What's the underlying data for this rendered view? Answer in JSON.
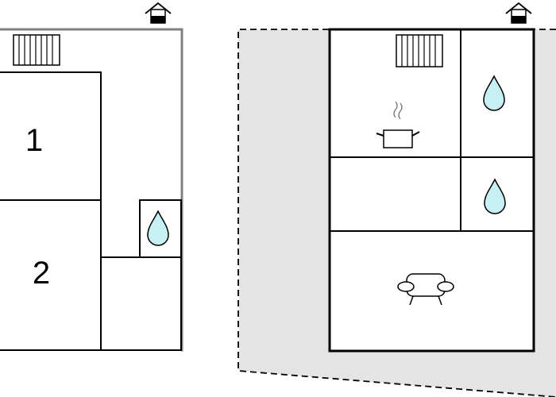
{
  "floor_plans": [
    {
      "id": "left-floor",
      "rooms": [
        {
          "label": "1",
          "use": "bedroom"
        },
        {
          "label": "2",
          "use": "bedroom"
        },
        {
          "label": "",
          "use": "bathroom"
        },
        {
          "label": "",
          "use": "hallway"
        }
      ],
      "icons": [
        "radiator-icon",
        "water-drop-icon",
        "house-entrance-icon"
      ]
    },
    {
      "id": "right-floor",
      "rooms": [
        {
          "label": "",
          "use": "kitchen"
        },
        {
          "label": "",
          "use": "bathroom"
        },
        {
          "label": "",
          "use": "room"
        },
        {
          "label": "",
          "use": "toilet"
        },
        {
          "label": "",
          "use": "living-room"
        }
      ],
      "icons": [
        "radiator-icon",
        "cooking-pot-icon",
        "water-drop-icon",
        "water-drop-icon",
        "sofa-icon",
        "house-entrance-icon"
      ]
    }
  ],
  "colors": {
    "wall": "#000000",
    "outer_wall": "#808080",
    "terrace_fill": "#e4e4e4",
    "water_fill": "#c6f0f4",
    "background": "#ffffff"
  }
}
